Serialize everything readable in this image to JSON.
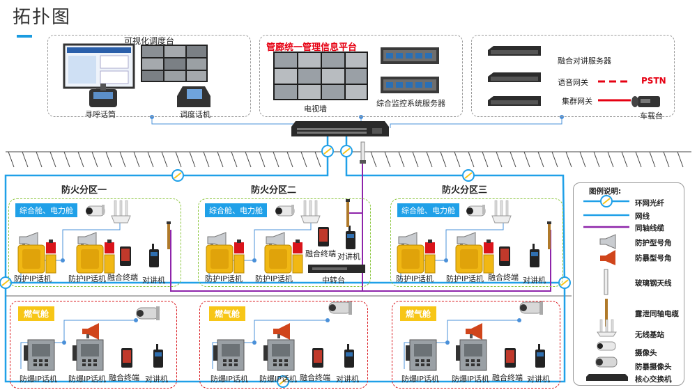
{
  "page": {
    "title": "拓扑图"
  },
  "top": {
    "dispatch_desk": "可视化调度台",
    "call_handset": "寻呼话筒",
    "dispatch_phone": "调度话机",
    "platform_title": "管廊统一管理信息平台",
    "tv_wall": "电视墙",
    "monitor_server": "综合监控系统服务器",
    "intercom_server": "融合对讲服务器",
    "voice_gateway": "语音网关",
    "trunk_gateway": "集群网关",
    "pstn": "PSTN",
    "vehicle_radio": "车载台"
  },
  "zones": [
    {
      "title": "防火分区一",
      "tag": "综合舱、电力舱",
      "phone1": "防护IP话机",
      "phone2": "防护IP话机",
      "terminal": "融合终端",
      "walkie": "对讲机"
    },
    {
      "title": "防火分区二",
      "tag": "综合舱、电力舱",
      "phone1": "防护IP话机",
      "phone2": "防护IP话机",
      "terminal": "融合终端",
      "walkie": "对讲机",
      "relay": "中转台"
    },
    {
      "title": "防火分区三",
      "tag": "综合舱、电力舱",
      "phone1": "防护IP话机",
      "phone2": "防护IP话机",
      "terminal": "融合终端",
      "walkie": "对讲机"
    }
  ],
  "gas_zones": [
    {
      "tag": "燃气舱",
      "phone1": "防爆IP话机",
      "phone2": "防爆IP话机",
      "terminal": "融合终端",
      "walkie": "对讲机"
    },
    {
      "tag": "燃气舱",
      "phone1": "防爆IP话机",
      "phone2": "防爆IP话机",
      "terminal": "融合终端",
      "walkie": "对讲机"
    },
    {
      "tag": "燃气舱",
      "phone1": "防爆IP话机",
      "phone2": "防爆IP话机",
      "terminal": "融合终端",
      "walkie": "对讲机"
    }
  ],
  "legend": {
    "title": "图例说明:",
    "items": [
      "环网光纤",
      "网线",
      "同轴线缆",
      "防护型号角",
      "防暴型号角",
      "玻璃钢天线",
      "露泄同轴电缆",
      "无线基站",
      "摄像头",
      "防暴摄像头",
      "核心交换机"
    ]
  },
  "colors": {
    "blue": "#1fa0e8",
    "purple": "#8e24aa",
    "red": "#e60012",
    "green": "#8cc63f",
    "yellow": "#f7c617"
  }
}
